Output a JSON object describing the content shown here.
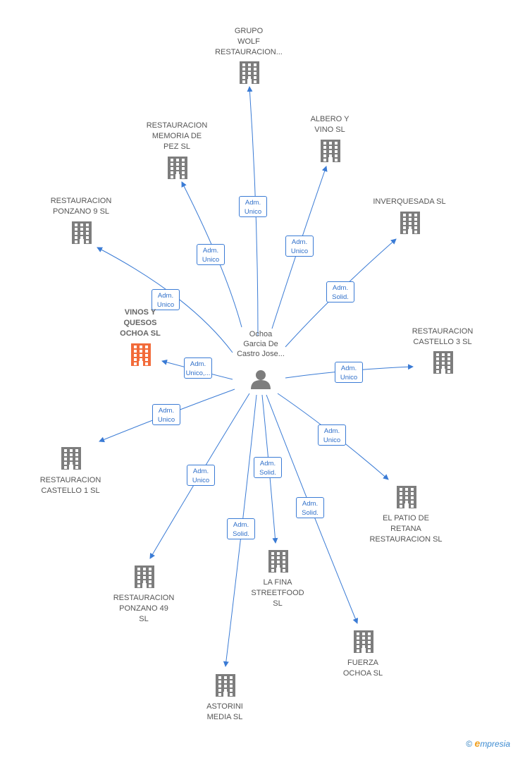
{
  "center": {
    "label": "Ochoa\nGarcia De\nCastro Jose...",
    "icon": "person-icon"
  },
  "colors": {
    "edge": "#3a7bd5",
    "node": "#7d7d7d",
    "highlight": "#f26b3a"
  },
  "nodes": [
    {
      "id": "grupo-wolf",
      "label": "GRUPO\nWOLF\nRESTAURACION...",
      "icon": "building-icon"
    },
    {
      "id": "restauracion-memoria-de-pez",
      "label": "RESTAURACION\nMEMORIA DE\nPEZ SL",
      "icon": "building-icon"
    },
    {
      "id": "albero-y-vino",
      "label": "ALBERO Y\nVINO SL",
      "icon": "building-icon"
    },
    {
      "id": "restauracion-ponzano-9",
      "label": "RESTAURACION\nPONZANO 9 SL",
      "icon": "building-icon"
    },
    {
      "id": "inverquesada",
      "label": "INVERQUESADA SL",
      "icon": "building-icon"
    },
    {
      "id": "vinos-y-quesos-ochoa",
      "label": "VINOS Y\nQUESOS\nOCHOA SL",
      "icon": "building-icon",
      "highlight": true
    },
    {
      "id": "restauracion-castello-3",
      "label": "RESTAURACION\nCASTELLO 3 SL",
      "icon": "building-icon"
    },
    {
      "id": "restauracion-castello-1",
      "label": "RESTAURACION\nCASTELLO 1 SL",
      "icon": "building-icon"
    },
    {
      "id": "el-patio-de-retana",
      "label": "EL PATIO DE\nRETANA\nRESTAURACION SL",
      "icon": "building-icon"
    },
    {
      "id": "restauracion-ponzano-49",
      "label": "RESTAURACION\nPONZANO 49\nSL",
      "icon": "building-icon"
    },
    {
      "id": "la-fina-streetfood",
      "label": "LA FINA\nSTREETFOOD\nSL",
      "icon": "building-icon"
    },
    {
      "id": "fuerza-ochoa",
      "label": "FUERZA\nOCHOA SL",
      "icon": "building-icon"
    },
    {
      "id": "astorini-media",
      "label": "ASTORINI\nMEDIA SL",
      "icon": "building-icon"
    }
  ],
  "edges": [
    {
      "to": "grupo-wolf",
      "label": "Adm.\nUnico"
    },
    {
      "to": "restauracion-memoria-de-pez",
      "label": "Adm.\nUnico"
    },
    {
      "to": "albero-y-vino",
      "label": "Adm.\nUnico"
    },
    {
      "to": "restauracion-ponzano-9",
      "label": "Adm.\nUnico"
    },
    {
      "to": "inverquesada",
      "label": "Adm.\nSolid."
    },
    {
      "to": "vinos-y-quesos-ochoa",
      "label": "Adm.\nUnico,..."
    },
    {
      "to": "restauracion-castello-3",
      "label": "Adm.\nUnico"
    },
    {
      "to": "restauracion-castello-1",
      "label": "Adm.\nUnico"
    },
    {
      "to": "el-patio-de-retana",
      "label": "Adm.\nUnico"
    },
    {
      "to": "restauracion-ponzano-49",
      "label": "Adm.\nUnico"
    },
    {
      "to": "la-fina-streetfood",
      "label": "Adm.\nSolid."
    },
    {
      "to": "fuerza-ochoa",
      "label": "Adm.\nSolid."
    },
    {
      "to": "astorini-media",
      "label": "Adm.\nSolid."
    }
  ],
  "footer": {
    "copyright": "©",
    "brand_initial": "e",
    "brand_rest": "mpresia"
  }
}
